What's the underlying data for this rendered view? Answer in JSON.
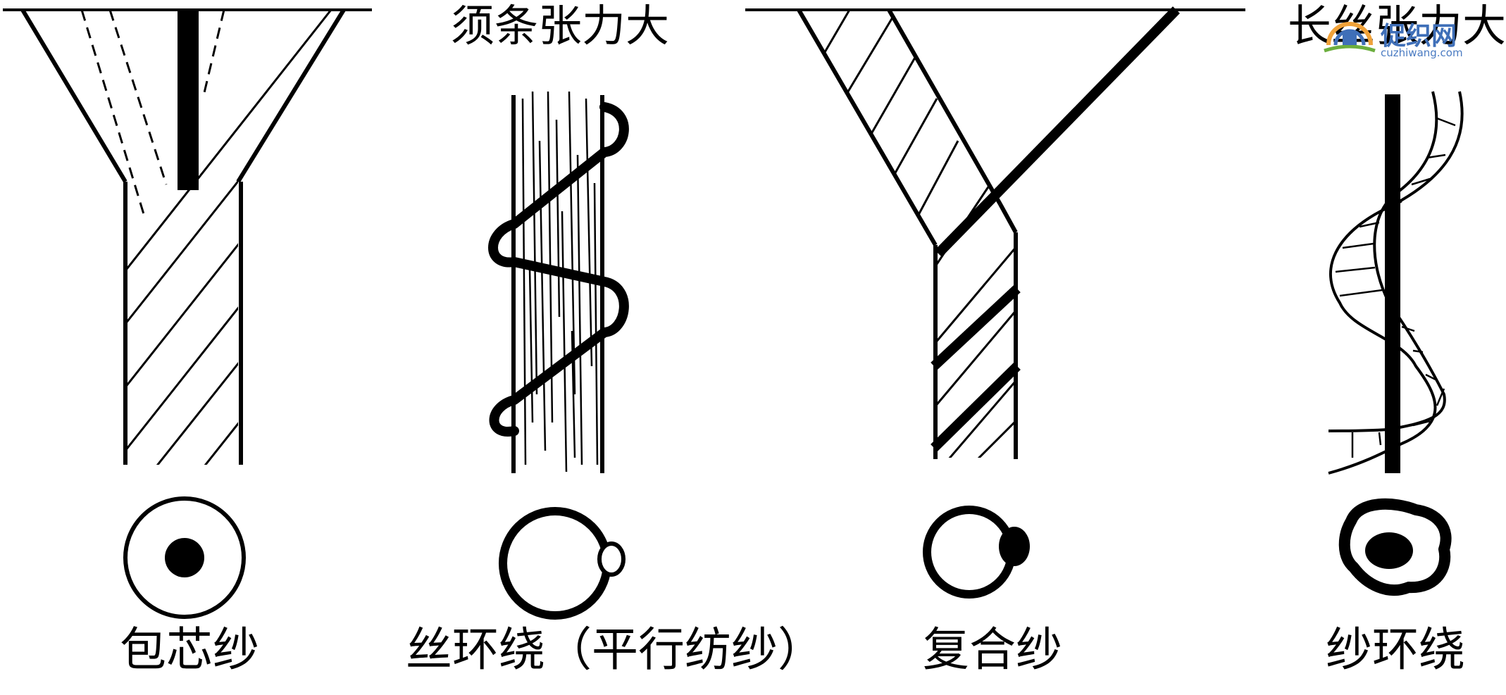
{
  "captions": {
    "core_spun": "包芯纱",
    "filament_wrap": "丝环绕（平行纺纱）",
    "composite": "复合纱",
    "yarn_wrap": "纱环绕"
  },
  "notes": {
    "staple_tension": "须条张力大",
    "filament_tension": "长丝张力大"
  },
  "watermark": {
    "brand": "促织网",
    "url": "cuzhiwang.com"
  },
  "colors": {
    "ink": "#000000",
    "watermark_blue": "#3f6fb8",
    "watermark_orange": "#f0a23a",
    "watermark_green": "#6cae3e"
  }
}
